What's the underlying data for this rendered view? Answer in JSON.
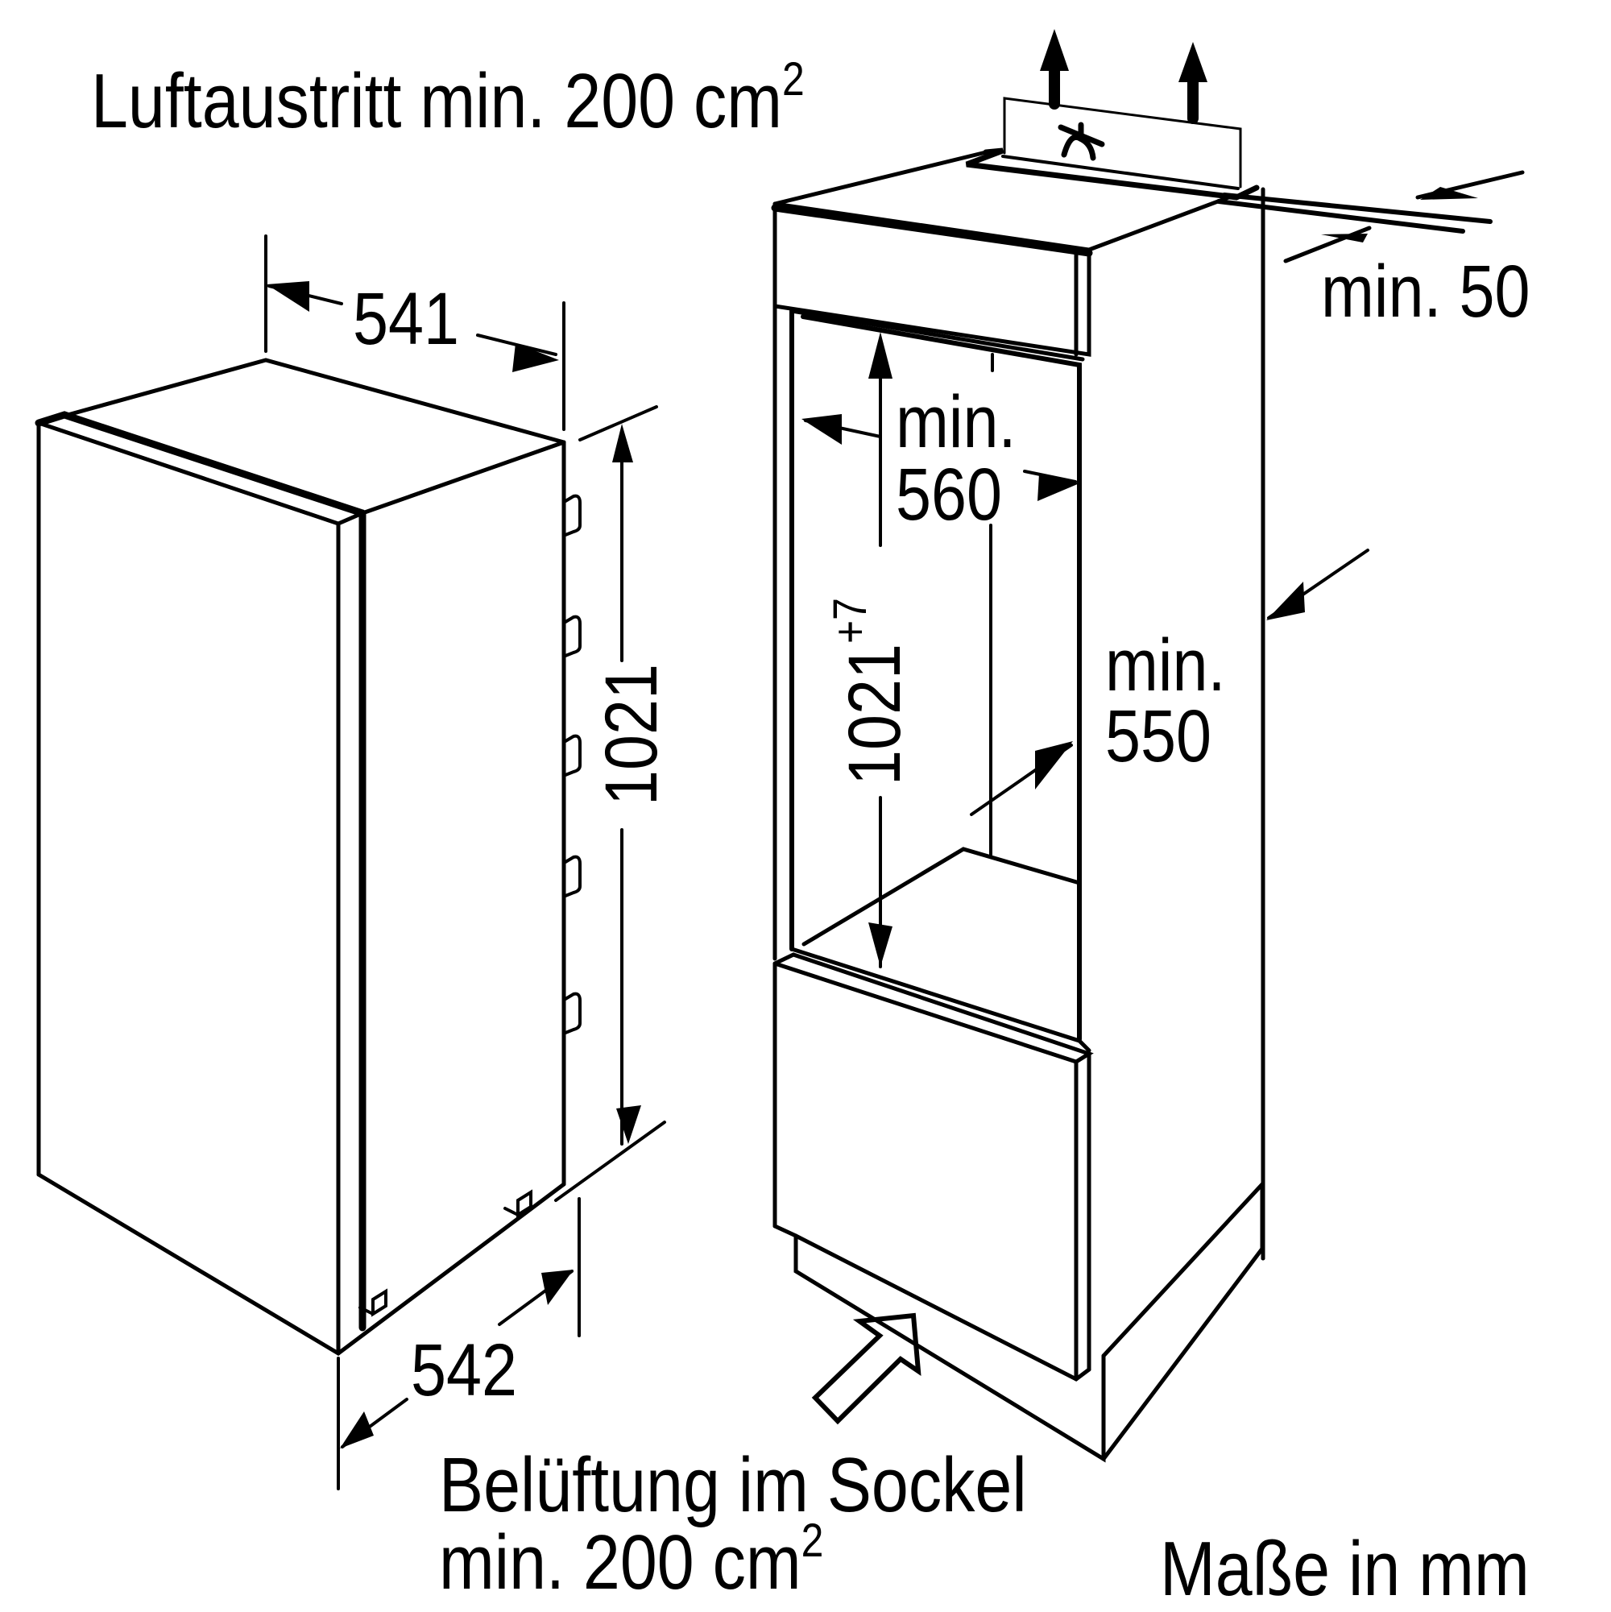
{
  "diagram": {
    "type": "built-in refrigerator installation dimensions",
    "line_color": "#000000",
    "background": "#ffffff"
  },
  "labels": {
    "air_outlet": {
      "text": "Luftaustritt min. 200 cm",
      "sup": "2"
    },
    "plinth_ventilation_line1": "Belüftung im Sockel",
    "plinth_ventilation_line2": {
      "text": "min. 200 cm",
      "sup": "2"
    },
    "units_note": "Maße in mm"
  },
  "appliance": {
    "width": "541",
    "depth": "542",
    "height": "1021"
  },
  "niche": {
    "min_width_label": "min.",
    "min_width_value": "560",
    "min_depth_label": "min.",
    "min_depth_value": "550",
    "height_value": "1021",
    "height_tolerance": "+7",
    "rear_gap_label": "min. 50"
  },
  "icons": {
    "air_outlet_arrows": "up-arrow-icon",
    "ventilation_symbol": "ventilation-icon",
    "plinth_inlet_arrow": "hollow-arrow-icon"
  }
}
